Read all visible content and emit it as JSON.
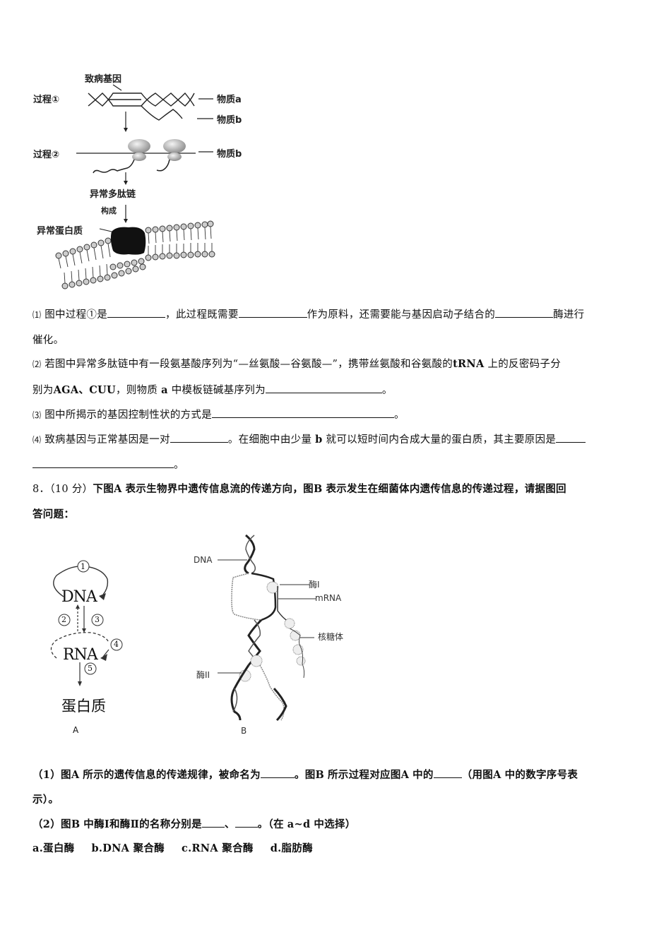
{
  "figure1": {
    "labels": {
      "pathogenic_gene": "致病基因",
      "process1": "过程①",
      "process2": "过程②",
      "substance_a": "物质a",
      "substance_b_1": "物质b",
      "substance_b_2": "物质b",
      "abnormal_polypeptide": "异常多肽链",
      "constitutes": "构成",
      "abnormal_protein": "异常蛋白质"
    }
  },
  "q7": {
    "sub1": {
      "num": "⑴",
      "part1": "图中过程①是",
      "part2": "，此过程既需要",
      "part3": "作为原料，还需要能与基因启动子结合的",
      "part4": "酶进行",
      "line2": "催化。"
    },
    "sub2": {
      "num": "⑵",
      "part1": "若图中异常多肽链中有一段氨基酸序列为“—丝氨酸—谷氨酸—”，携带丝氨酸和谷氨酸的",
      "trna": "tRNA",
      "part2": "上的反密码子分",
      "line2_a": "别为",
      "codons": "AGA、CUU",
      "line2_b": "，则物质",
      "a": "a",
      "line2_c": "中模板链碱基序列为",
      "end": "。"
    },
    "sub3": {
      "num": "⑶",
      "text": "图中所揭示的基因控制性状的方式是",
      "end": "。"
    },
    "sub4": {
      "num": "⑷",
      "part1": "致病基因与正常基因是一对",
      "part2": "。在细胞中由少量",
      "b": "b",
      "part3": "就可以短时间内合成大量的蛋白质，其主要原因是",
      "end": "。"
    }
  },
  "q8": {
    "header": {
      "num": "8．",
      "score": "（10 分）",
      "part1": "下图",
      "A": "A",
      "part2": "表示生物界中遗传信息流的传递方向，图",
      "B": "B",
      "part3": "表示发生在细菌体内遗传信息的传递过程，请据图回",
      "line2": "答问题："
    },
    "figureA": {
      "dna": "DNA",
      "rna": "RNA",
      "protein": "蛋白质",
      "c1": "1",
      "c2": "2",
      "c3": "3",
      "c4": "4",
      "c5": "5",
      "caption": "A"
    },
    "figureB": {
      "dna": "DNA",
      "enzyme1": "酶I",
      "mrna": "mRNA",
      "ribosome": "核糖体",
      "enzyme2": "酶II",
      "caption": "B"
    },
    "sub1": {
      "num": "（1）",
      "part1": "图",
      "A1": "A",
      "part2": "所示的遗传信息的传递规律，被命名为",
      "part3": "。图",
      "B": "B",
      "part4": "所示过程对应图",
      "A2": "A",
      "part5": "中的",
      "part6": "（用图",
      "A3": "A",
      "part7": "中的数字序号表",
      "line2": "示）。"
    },
    "sub2": {
      "num": "（2）",
      "part1": "图",
      "B": "B",
      "part2": "中酶Ⅰ和酶Ⅱ的名称分别是",
      "sep": "、",
      "part3": "。（在",
      "range": "a~d",
      "part4": "中选择）"
    },
    "options": [
      {
        "key": "a.",
        "text": "蛋白酶"
      },
      {
        "key": "b.DNA",
        "text": "聚合酶"
      },
      {
        "key": "c.RNA",
        "text": "聚合酶"
      },
      {
        "key": "d.",
        "text": "脂肪酶"
      }
    ]
  }
}
